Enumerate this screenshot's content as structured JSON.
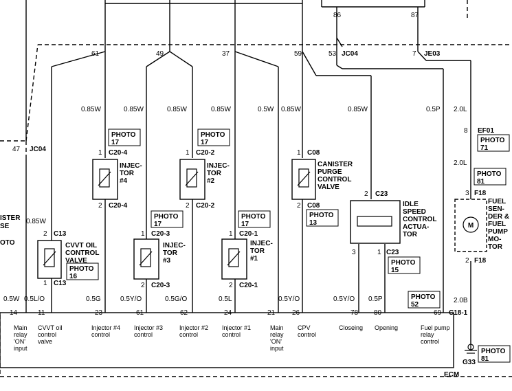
{
  "splices": {
    "top_left": "JC04",
    "left_mid": "JC04",
    "je03": "JE03",
    "ef01": "EF01"
  },
  "pins_top": {
    "p86": "86",
    "p87": "87",
    "p61": "61",
    "p49": "49",
    "p37": "37",
    "p59": "59",
    "p53": "53",
    "p7": "7",
    "p47": "47",
    "p8": "8"
  },
  "wires": {
    "w1": "0.85W",
    "w2": "0.85W",
    "w3": "0.85W",
    "w4": "0.85W",
    "w5": "0.5W",
    "w6": "0.85W",
    "w7": "0.85W",
    "w8": "0.5P",
    "w9": "2.0L",
    "w10": "2.0L",
    "w11": "0.85W",
    "w12": "2.0B",
    "b1": "0.5W",
    "b2": "0.5L/O",
    "b3": "0.5G",
    "b4": "0.5Y/O",
    "b5": "0.5G/O",
    "b6": "0.5L",
    "b7": "0.5Y/O",
    "b8": "0.5Y/O",
    "b9": "0.5P"
  },
  "photos": {
    "p17a": [
      "PHOTO",
      "17"
    ],
    "p17b": [
      "PHOTO",
      "17"
    ],
    "p17c": [
      "PHOTO",
      "17"
    ],
    "p17d": [
      "PHOTO",
      "17"
    ],
    "p13": [
      "PHOTO",
      "13"
    ],
    "p16": [
      "PHOTO",
      "16"
    ],
    "p15": [
      "PHOTO",
      "15"
    ],
    "p52": [
      "PHOTO",
      "52"
    ],
    "p71": [
      "PHOTO",
      "71"
    ],
    "p81a": [
      "PHOTO",
      "81"
    ],
    "p81b": [
      "PHOTO",
      "81"
    ],
    "p_left": "OTO"
  },
  "components": {
    "inj4": {
      "lines": [
        "INJEC-",
        "TOR",
        "#4"
      ],
      "c1": "C20-4",
      "c2": "C20-4",
      "pin1": "1",
      "pin2": "2"
    },
    "inj2": {
      "lines": [
        "INJEC-",
        "TOR",
        "#2"
      ],
      "c1": "C20-2",
      "c2": "C20-2",
      "pin1": "1",
      "pin2": "2"
    },
    "inj3": {
      "lines": [
        "INJEC-",
        "TOR",
        "#3"
      ],
      "c1": "C20-3",
      "c2": "C20-3",
      "pin1": "1",
      "pin2": "2"
    },
    "inj1": {
      "lines": [
        "INJEC-",
        "TOR",
        "#1"
      ],
      "c1": "C20-1",
      "c2": "C20-1",
      "pin1": "1",
      "pin2": "2"
    },
    "cpv": {
      "lines": [
        "CANISTER",
        "PURGE",
        "CONTROL",
        "VALVE"
      ],
      "c1": "C08",
      "c2": "C08",
      "pin1": "1",
      "pin2": "2"
    },
    "cvvt": {
      "lines": [
        "CVVT OIL",
        "CONTROL",
        "VALVE"
      ],
      "c1": "C13",
      "c2": "C13",
      "pin1": "2",
      "pin2": "1"
    },
    "isca": {
      "lines": [
        "IDLE",
        "SPEED",
        "CONTROL",
        "ACTUA-",
        "TOR"
      ],
      "c1": "C23",
      "c2": "C23",
      "pin1": "2",
      "pin3": "3",
      "pin4": "1"
    },
    "fuel": {
      "lines": [
        "FUEL",
        "SEN-",
        "DER &",
        "FUEL",
        "PUMP",
        "MO-",
        "TOR"
      ],
      "c1": "F18",
      "c2": "F18",
      "pin1": "3",
      "pin2": "2"
    },
    "left_partial": [
      "ISTER",
      "SE"
    ]
  },
  "ecm": {
    "name": "ECM",
    "connector": "C18-1",
    "ground": "G33",
    "pins": [
      "14",
      "11",
      "23",
      "61",
      "62",
      "24",
      "21",
      "26",
      "78",
      "80",
      "69"
    ],
    "labels": {
      "l14": [
        "Main",
        "relay",
        "'ON'",
        "input"
      ],
      "l11": [
        "CVVT oil",
        "control",
        "valve"
      ],
      "l23": [
        "Injector #4",
        "control"
      ],
      "l61": [
        "Injector #3",
        "control"
      ],
      "l62": [
        "Injector #2",
        "control"
      ],
      "l24": [
        "Injector #1",
        "control"
      ],
      "l21": [
        "Main",
        "relay",
        "'ON'",
        "input"
      ],
      "l26": [
        "CPV",
        "control"
      ],
      "l78": "Closeing",
      "l80": "Opening",
      "l69": [
        "Fuel pump",
        "relay",
        "control"
      ]
    }
  }
}
